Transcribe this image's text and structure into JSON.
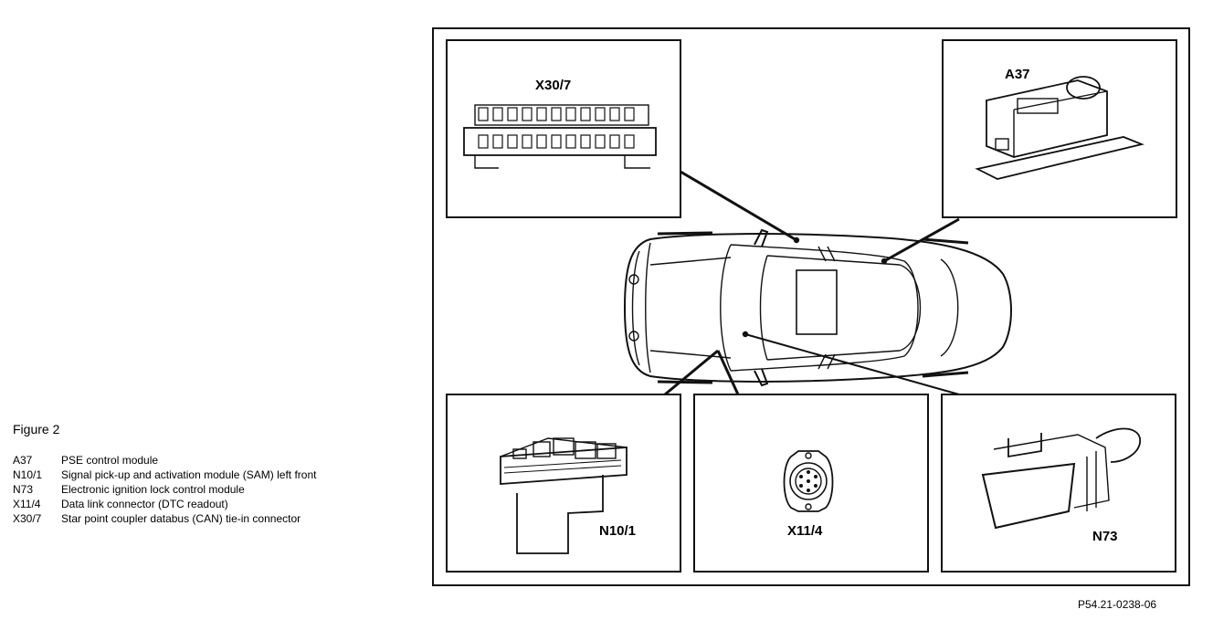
{
  "figure": {
    "title": "Figure 2",
    "reference": "P54.21-0238-06"
  },
  "legend": [
    {
      "code": "A37",
      "description": "PSE control module"
    },
    {
      "code": "N10/1",
      "description": "Signal pick-up and activation module (SAM) left front"
    },
    {
      "code": "N73",
      "description": "Electronic ignition lock control module"
    },
    {
      "code": "X11/4",
      "description": "Data link connector (DTC readout)"
    },
    {
      "code": "X30/7",
      "description": "Star point coupler databus (CAN) tie-in connector"
    }
  ],
  "callouts": {
    "x30_7": "X30/7",
    "a37": "A37",
    "n10_1": "N10/1",
    "x11_4": "X11/4",
    "n73": "N73"
  }
}
